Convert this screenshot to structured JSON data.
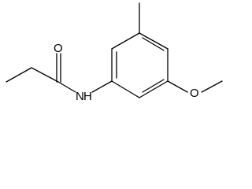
{
  "molecule": {
    "atoms": {
      "carbonyl_oxygen": "O",
      "amide_nitrogen": "N",
      "amide_hydrogen": "H",
      "ether_oxygen": "O"
    }
  },
  "colors": {
    "bond": "#000000",
    "label": "#000000",
    "background": "#ffffff"
  }
}
